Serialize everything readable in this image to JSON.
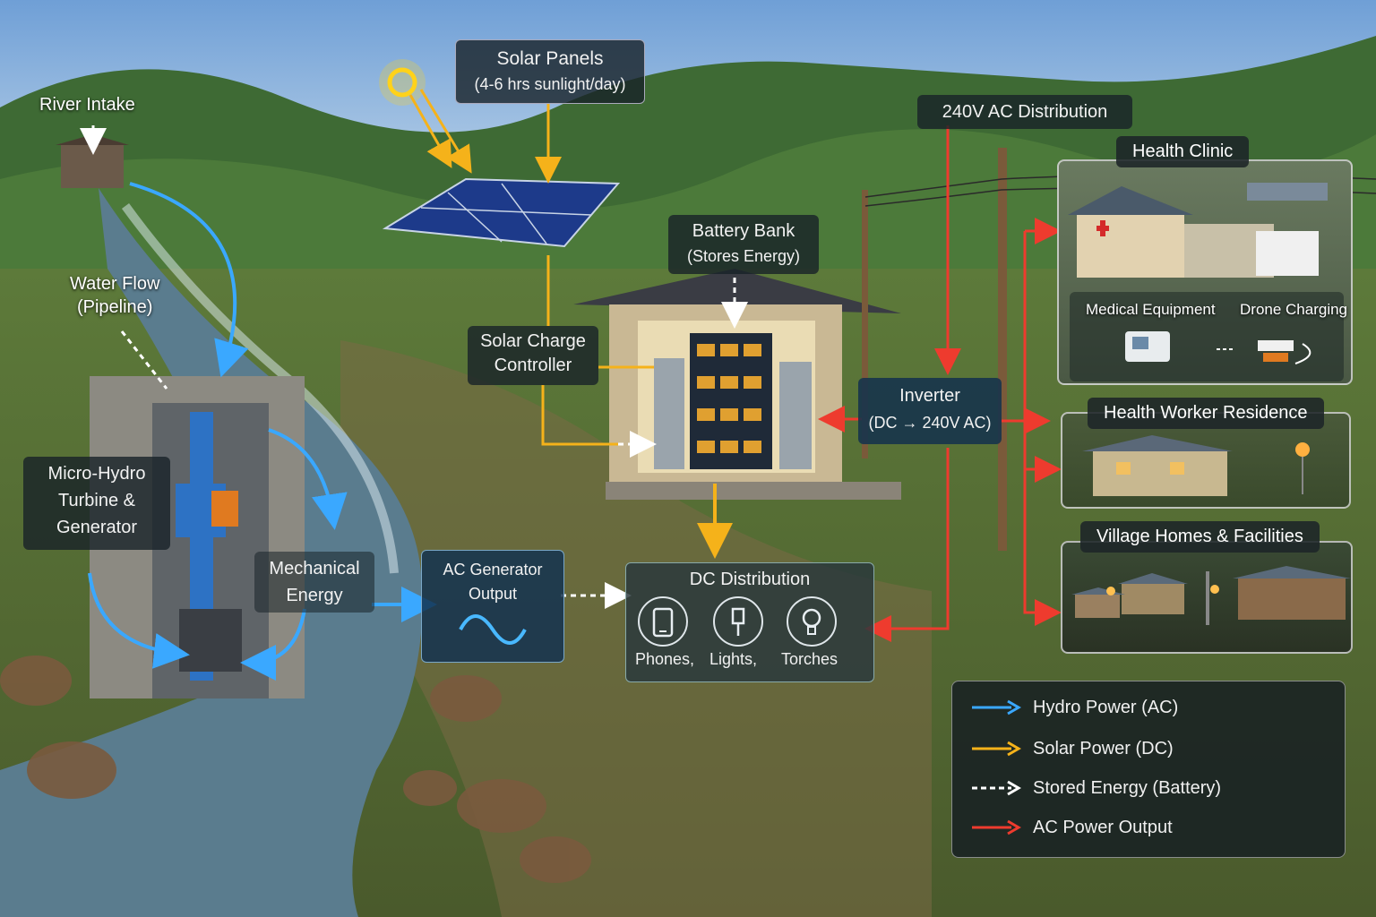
{
  "labels": {
    "river_intake": "River Intake",
    "water_flow": [
      "Water Flow",
      "(Pipeline)"
    ],
    "micro_hydro": [
      "Micro-Hydro",
      "Turbine &",
      "Generator"
    ],
    "mechanical": [
      "Mechanical",
      "Energy"
    ],
    "ac_generator": [
      "AC Generator",
      "Output"
    ],
    "solar_panels": [
      "Solar Panels",
      "(4-6 hrs sunlight/day)"
    ],
    "battery_bank": [
      "Battery Bank",
      "(Stores Energy)"
    ],
    "solar_charge": [
      "Solar Charge",
      "Controller"
    ],
    "inverter": [
      "Inverter",
      "(DC → 240V AC)"
    ],
    "ac_distribution": "240V AC Distribution",
    "dc_distribution": "DC Distribution",
    "dc_items": [
      "Phones,",
      "Lights,",
      "Torches"
    ]
  },
  "consumers": {
    "health_clinic": "Health Clinic",
    "medical_equipment": "Medical Equipment",
    "drone_charging": "Drone Charging",
    "health_worker": "Health Worker Residence",
    "village": "Village Homes & Facilities"
  },
  "legend": [
    {
      "label": "Hydro Power (AC)",
      "color": "#3aa8ff",
      "style": "solid"
    },
    {
      "label": "Solar Power (DC)",
      "color": "#f5b21a",
      "style": "solid"
    },
    {
      "label": "Stored Energy (Battery)",
      "color": "#ffffff",
      "style": "dashed"
    },
    {
      "label": "AC Power Output",
      "color": "#ee3b2e",
      "style": "solid"
    }
  ],
  "colors": {
    "hydro": "#3aa8ff",
    "solar": "#f5b21a",
    "stored": "#ffffff",
    "ac_out": "#ee3b2e"
  }
}
